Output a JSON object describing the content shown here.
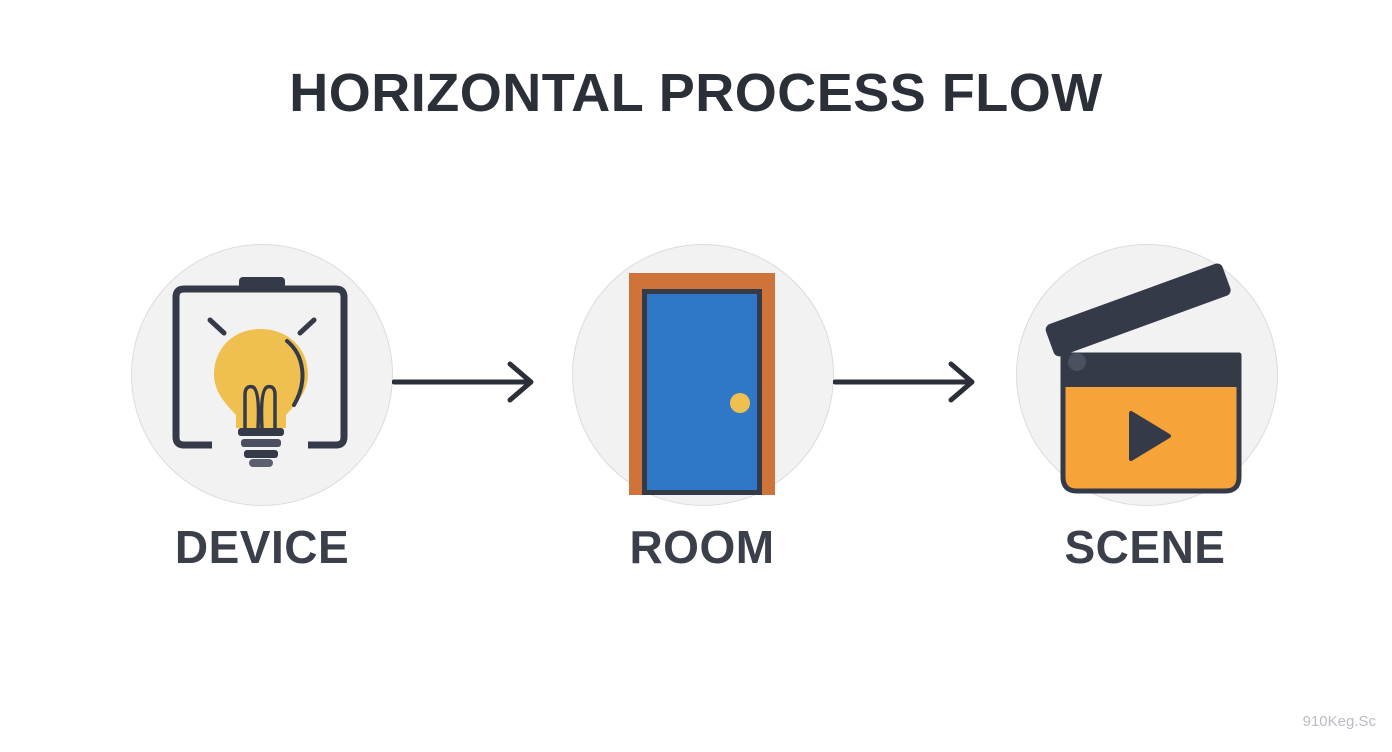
{
  "title": "HORIZONTAL PROCESS FLOW",
  "steps": [
    {
      "label": "DEVICE",
      "icon": "lightbulb-icon"
    },
    {
      "label": "ROOM",
      "icon": "door-icon"
    },
    {
      "label": "SCENE",
      "icon": "clapperboard-icon"
    }
  ],
  "colors": {
    "text": "#2b2f38",
    "circle": "#f2f2f3",
    "bulb": "#efc04f",
    "door_frame": "#d0733a",
    "door": "#2f78c8",
    "clapper_body": "#f6a33a",
    "dark": "#353a48"
  },
  "watermark": "910Keg.Sc"
}
